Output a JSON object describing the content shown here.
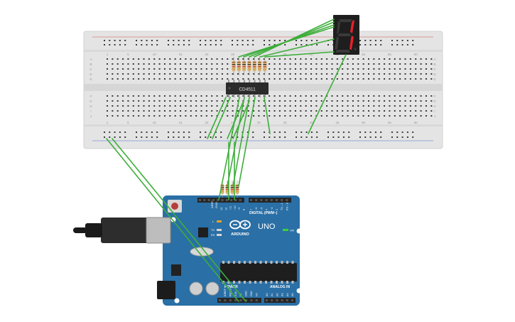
{
  "breadboard": {
    "column_numbers": [
      "1",
      "5",
      "10",
      "15",
      "20",
      "25",
      "30",
      "35",
      "40",
      "45",
      "50",
      "55",
      "60"
    ],
    "row_letters_top": [
      "A",
      "B",
      "C",
      "D",
      "E"
    ],
    "row_letters_bottom": [
      "F",
      "G",
      "H",
      "I",
      "J"
    ]
  },
  "ic": {
    "label": "CD4511"
  },
  "display": {
    "digit": "1",
    "segment_on_color": "#e8202a",
    "segment_off_color": "#3a3a3a"
  },
  "arduino": {
    "model": "UNO",
    "brand": "ARDUINO",
    "header_digital": "DIGITAL (PWM~)",
    "header_power": "POWER",
    "header_analog": "ANALOG IN",
    "led_on": "ON",
    "led_l": "L",
    "led_tx": "TX",
    "led_rx": "RX",
    "aref": "AREF",
    "gnd": "GND",
    "digital_pins": [
      "13",
      "12",
      "~11",
      "~10",
      "~9",
      "8",
      "7",
      "~6",
      "~5",
      "4",
      "~3",
      "2",
      "TX→1",
      "RX←0"
    ],
    "power_pins": [
      "IOREF",
      "RESET",
      "3.3V",
      "5V",
      "GND",
      "GND",
      "Vin"
    ],
    "analog_pins": [
      "A0",
      "A1",
      "A2",
      "A3",
      "A4",
      "A5"
    ]
  },
  "colors": {
    "wire": "#3dae3a",
    "board": "#2a6fa5",
    "breadboard": "#e4e4e4"
  }
}
